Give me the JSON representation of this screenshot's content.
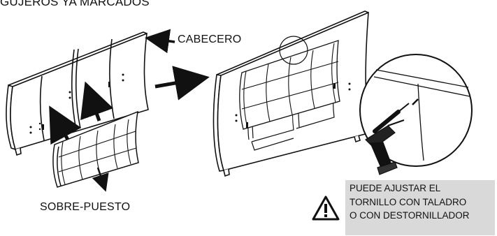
{
  "title": "GUJEROS YA MARCADOS",
  "labels": {
    "cabecero": "CABECERO",
    "sobre_puesto": "SOBRE-PUESTO"
  },
  "note": {
    "icon": "warning-triangle-icon",
    "lines": [
      "PUEDE AJUSTAR EL",
      "TORNILLO CON TALADRO",
      "O CON DESTORNILLADOR"
    ],
    "background": "#d9d9d9"
  },
  "colors": {
    "line": "#111111",
    "panel_fill": "#ffffff"
  }
}
